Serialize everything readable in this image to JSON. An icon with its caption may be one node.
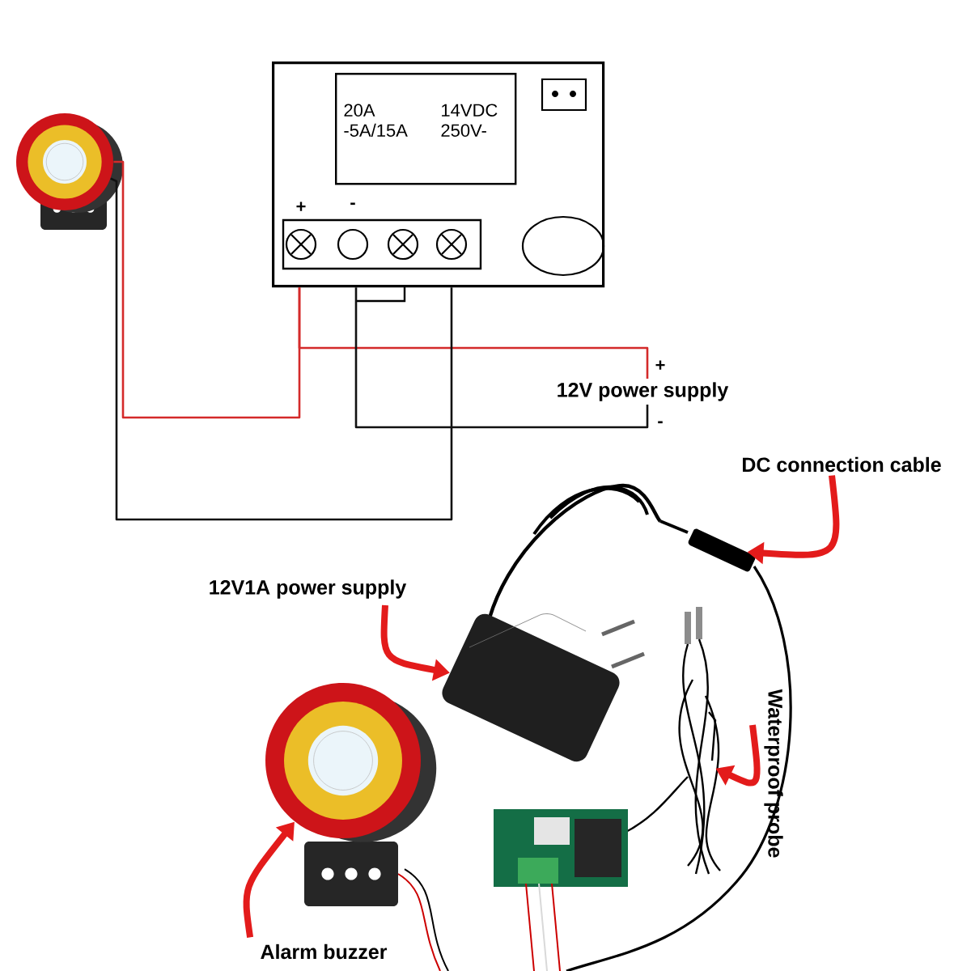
{
  "diagram": {
    "nodes": [
      {
        "text": [],
        "shape": "box"
      },
      {
        "text": [
          "20A -5A/15A",
          "14VDC 250V-"
        ],
        "in": 0
      },
      {
        "text": [],
        "shape": "picture"
      },
      {
        "text": [
          "12V power supply"
        ]
      },
      {
        "text": [
          "DC connection cable"
        ]
      },
      {
        "text": [],
        "shape": "picture"
      },
      {
        "text": [
          "12V1A power supply"
        ]
      },
      {
        "text": [],
        "shape": "picture"
      },
      {
        "text": [
          "Waterproof probe"
        ]
      },
      {
        "text": [],
        "shape": "picture"
      },
      {
        "text": [
          "Alarm buzzer"
        ]
      },
      {
        "text": [],
        "shape": "picture"
      }
    ],
    "edges": [
      {
        "from": 2,
        "to": 0,
        "arrow": "none",
        "color": "#d42a2a"
      },
      {
        "from": 0,
        "to": 3,
        "arrow": "none",
        "color": "#d42a2a"
      },
      {
        "from": 0,
        "to": 3,
        "arrow": "none",
        "color": "#111111"
      },
      {
        "from": 0,
        "to": 2,
        "arrow": "none",
        "color": "#111111"
      },
      {
        "from": 4,
        "to": 5,
        "arrow": "to",
        "style": "thick",
        "color": "#e31b1b"
      },
      {
        "from": 6,
        "to": 7,
        "arrow": "to",
        "style": "thick",
        "color": "#e31b1b"
      },
      {
        "from": 8,
        "to": 9,
        "arrow": "to",
        "style": "thick",
        "color": "#e31b1b"
      },
      {
        "from": 10,
        "to": 11,
        "arrow": "to",
        "style": "thick",
        "color": "#e31b1b"
      }
    ],
    "labels": [
      "+",
      "-",
      "+",
      "-"
    ]
  }
}
